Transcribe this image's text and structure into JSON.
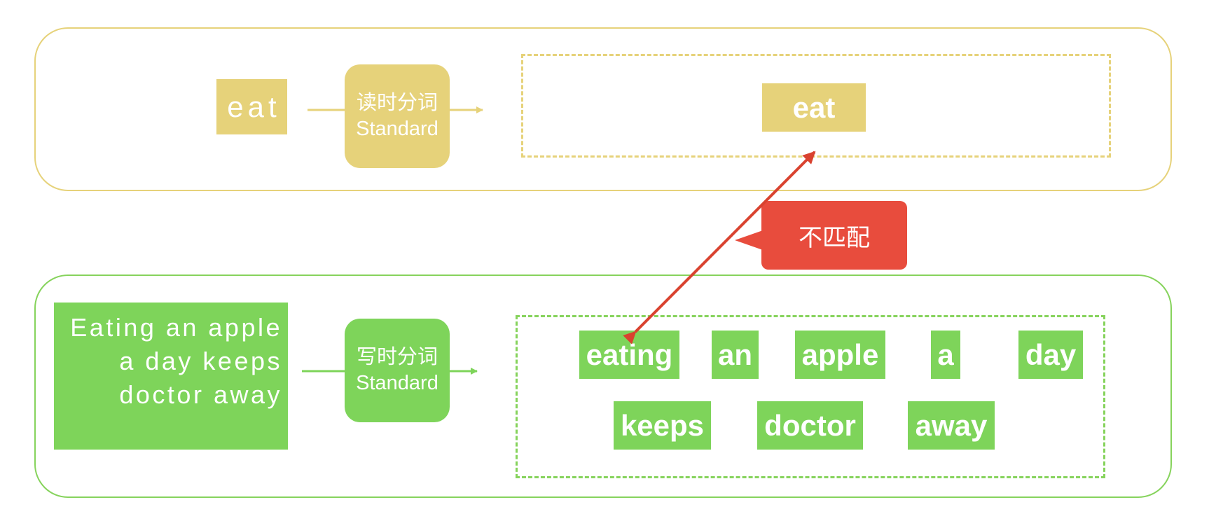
{
  "read_pipeline": {
    "input_text": "eat",
    "analyzer_line1": "读时分词",
    "analyzer_line2": "Standard",
    "tokens": [
      "eat"
    ]
  },
  "write_pipeline": {
    "input_text": "Eating an apple a day keeps doctor away",
    "analyzer_line1": "写时分词",
    "analyzer_line2": "Standard",
    "tokens": [
      "eating",
      "an",
      "apple",
      "a",
      "day",
      "keeps",
      "doctor",
      "away"
    ]
  },
  "match_label": "不匹配",
  "colors": {
    "read": "#e6d27a",
    "write": "#7ed45a",
    "mismatch": "#e84c3d"
  }
}
